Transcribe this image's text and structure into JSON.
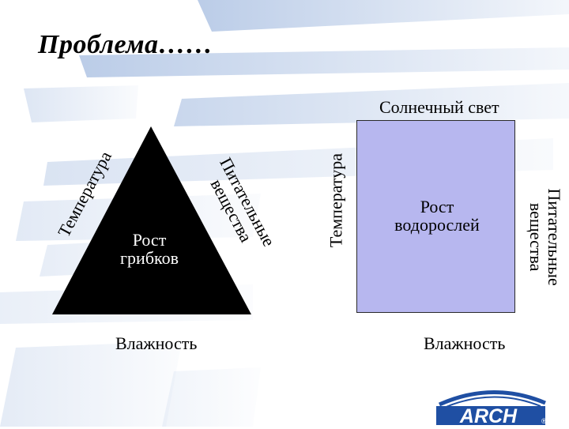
{
  "slide": {
    "title": "Проблема……"
  },
  "fungi_triangle": {
    "center_text_line1": "Рост",
    "center_text_line2": "грибков",
    "left_side_label": "Температура",
    "right_side_label_line1": "Питательные",
    "right_side_label_line2": "вещества",
    "bottom_label": "Влажность"
  },
  "algae_square": {
    "center_text_line1": "Рост",
    "center_text_line2": "водорослей",
    "top_label": "Солнечный свет",
    "left_label": "Температура",
    "right_label_line1": "Питательные",
    "right_label_line2": "вещества",
    "bottom_label": "Влажность"
  },
  "logo": {
    "text": "ARCH",
    "mark": "®"
  },
  "colors": {
    "background_stripes": "#3d6fbd",
    "square_fill": "#b7b7ef",
    "triangle_fill": "#000000"
  }
}
